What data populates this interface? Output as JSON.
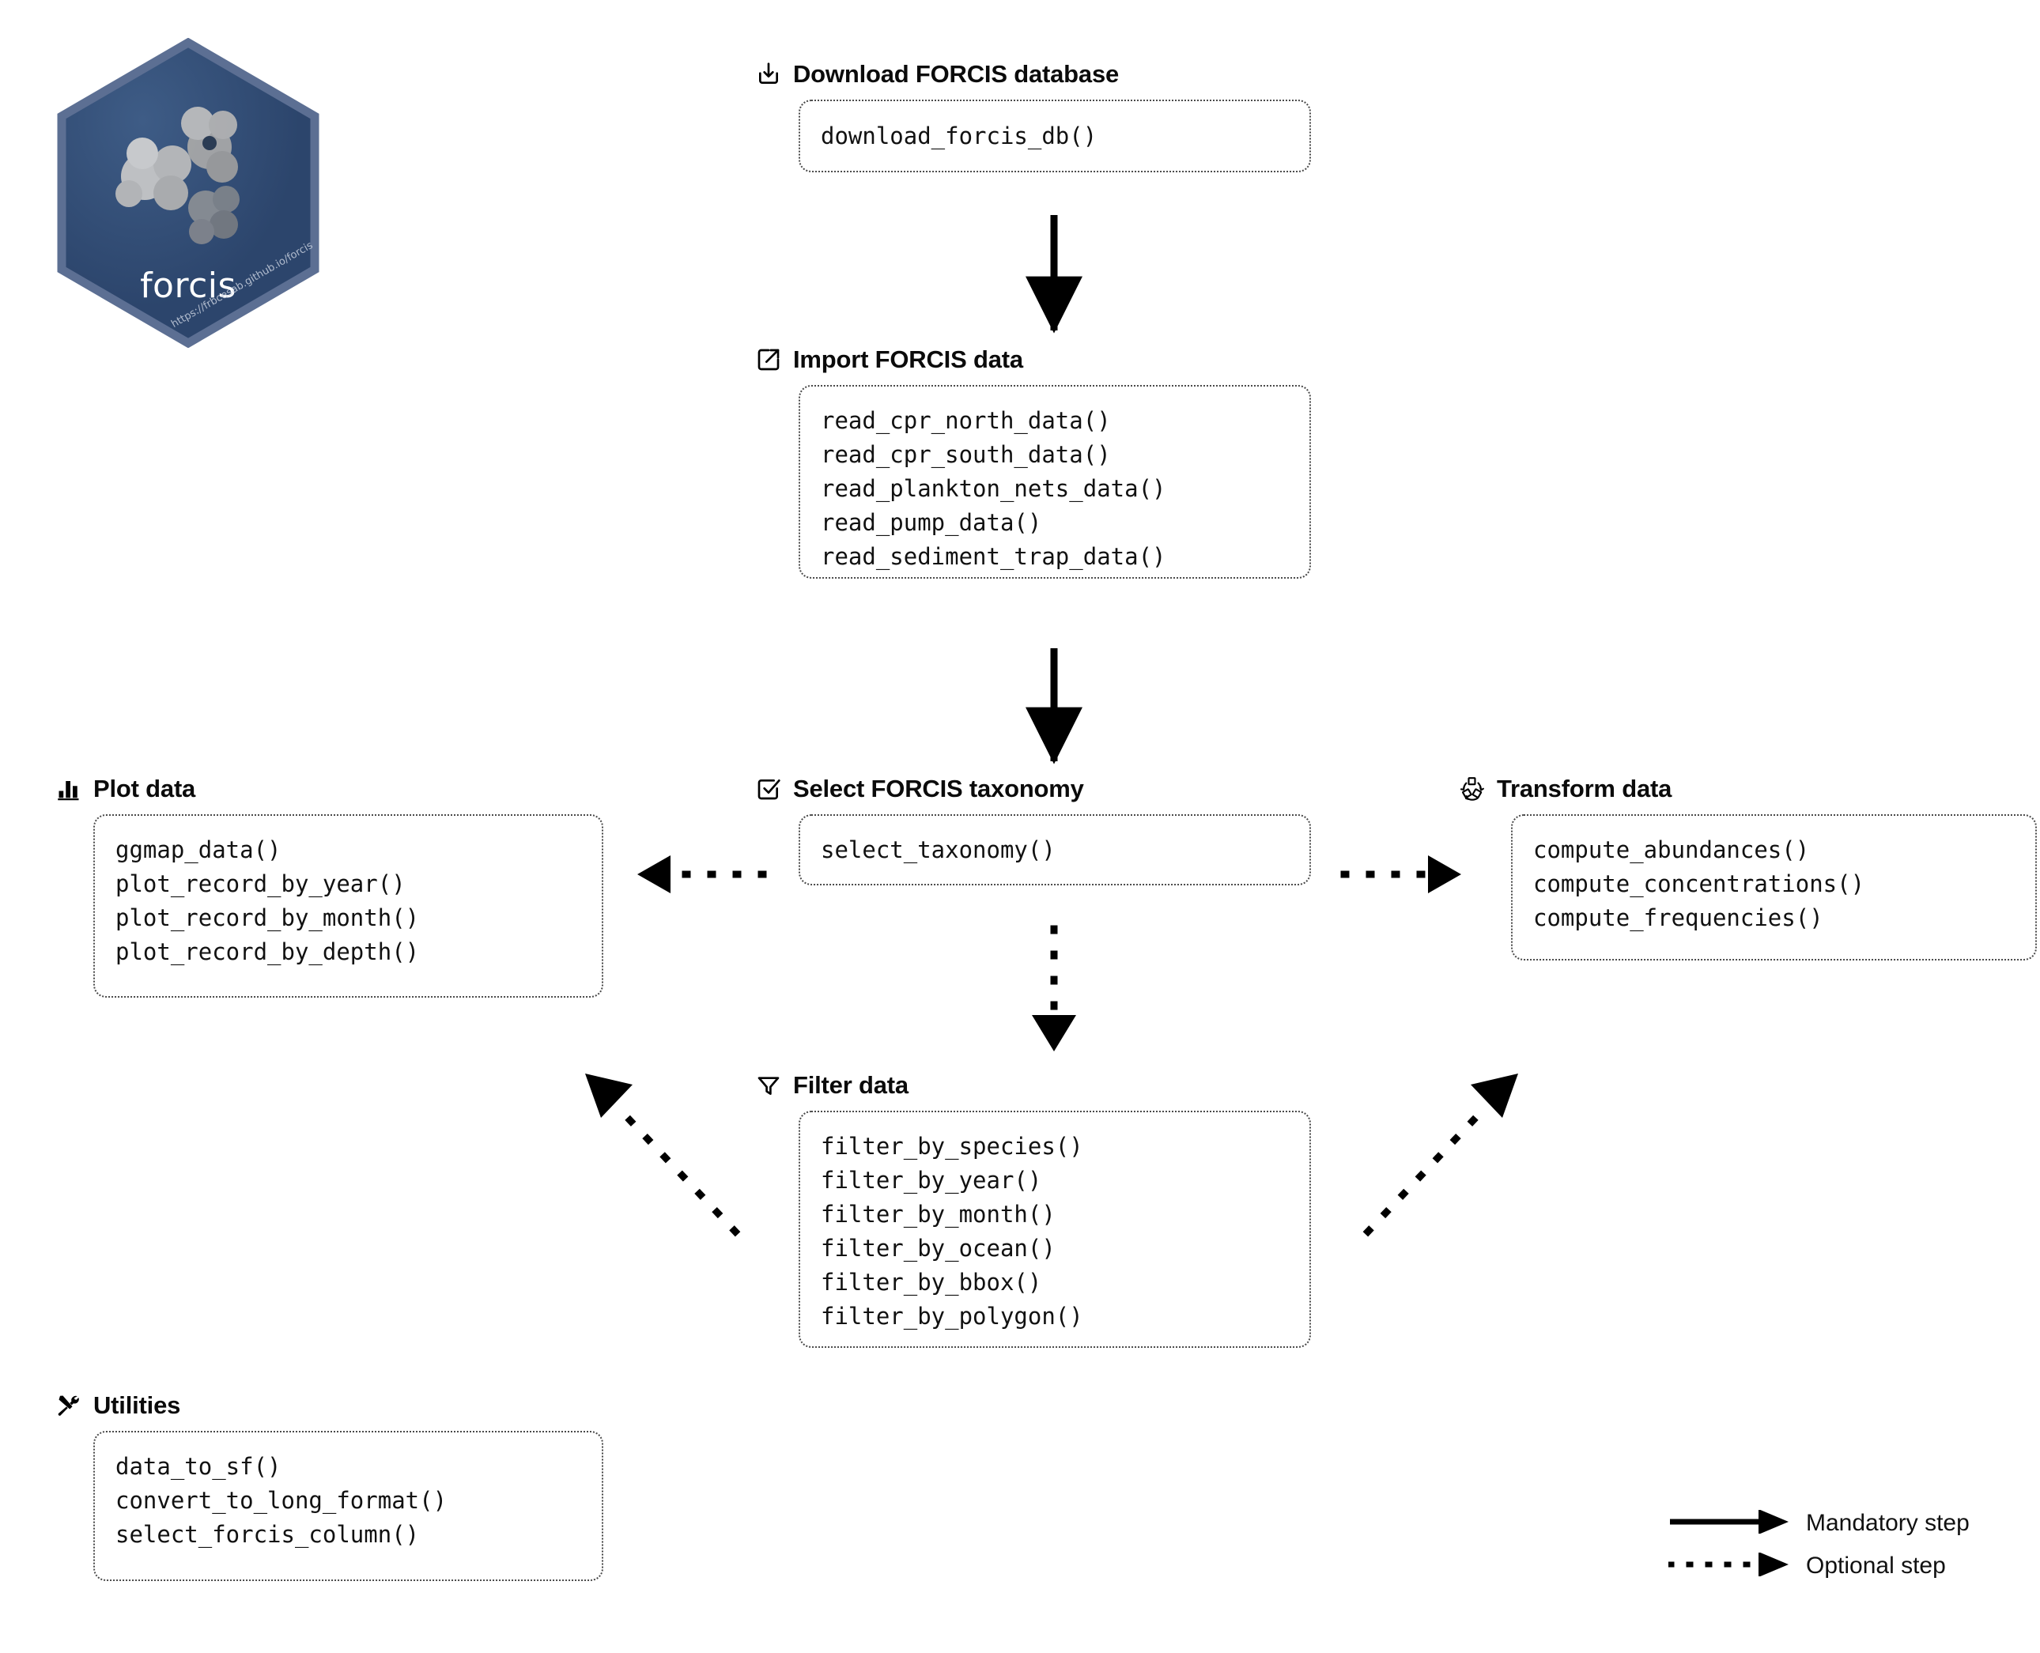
{
  "logo": {
    "name": "forcis",
    "url": "https://frbcesab.github.io/forcis",
    "fill_color": "#2e4a72",
    "border_color": "#5c6f93"
  },
  "groups": {
    "download": {
      "icon": "download-icon",
      "title": "Download FORCIS database",
      "functions": [
        "download_forcis_db()"
      ]
    },
    "import": {
      "icon": "import-external-link-icon",
      "title": "Import FORCIS data",
      "functions": [
        "read_cpr_north_data()",
        "read_cpr_south_data()",
        "read_plankton_nets_data()",
        "read_pump_data()",
        "read_sediment_trap_data()"
      ]
    },
    "taxonomy": {
      "icon": "checkbox-checked-icon",
      "title": "Select FORCIS taxonomy",
      "functions": [
        "select_taxonomy()"
      ]
    },
    "filter": {
      "icon": "funnel-icon",
      "title": "Filter data",
      "functions": [
        "filter_by_species()",
        "filter_by_year()",
        "filter_by_month()",
        "filter_by_ocean()",
        "filter_by_bbox()",
        "filter_by_polygon()"
      ]
    },
    "plot": {
      "icon": "bar-chart-icon",
      "title": "Plot data",
      "functions": [
        "ggmap_data()",
        "plot_record_by_year()",
        "plot_record_by_month()",
        "plot_record_by_depth()"
      ]
    },
    "transform": {
      "icon": "transform-shapes-icon",
      "title": "Transform data",
      "functions": [
        "compute_abundances()",
        "compute_concentrations()",
        "compute_frequencies()"
      ]
    },
    "utilities": {
      "icon": "tools-icon",
      "title": "Utilities",
      "functions": [
        "data_to_sf()",
        "convert_to_long_format()",
        "select_forcis_column()"
      ]
    }
  },
  "legend": {
    "mandatory_label": "Mandatory step",
    "optional_label": "Optional step"
  },
  "colors": {
    "stroke": "#000000",
    "box_border": "#4a4a4a",
    "text": "#111111"
  }
}
